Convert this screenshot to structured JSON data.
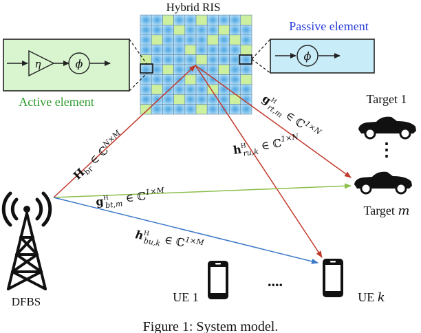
{
  "ris": {
    "title": "Hybrid RIS",
    "rows": 10,
    "cols": 10,
    "colors": {
      "passive": "#8ccaf0",
      "active": "#ccf0a0",
      "grid": "#5a7fa0"
    },
    "active_cells": [
      [
        0,
        2
      ],
      [
        0,
        5
      ],
      [
        0,
        9
      ],
      [
        1,
        3
      ],
      [
        1,
        7
      ],
      [
        2,
        1
      ],
      [
        2,
        6
      ],
      [
        2,
        8
      ],
      [
        3,
        4
      ],
      [
        3,
        9
      ],
      [
        4,
        0
      ],
      [
        4,
        5
      ],
      [
        5,
        2
      ],
      [
        5,
        7
      ],
      [
        6,
        4
      ],
      [
        6,
        9
      ],
      [
        7,
        1
      ],
      [
        7,
        6
      ],
      [
        8,
        3
      ],
      [
        8,
        8
      ],
      [
        9,
        0
      ],
      [
        9,
        5
      ]
    ]
  },
  "active_element": {
    "label": "Active element",
    "amp_symbol": "η",
    "phase_symbol": "ϕ",
    "colors": {
      "fill": "#d8f5d0",
      "stroke": "#222222",
      "label": "#2e9d2e"
    }
  },
  "passive_element": {
    "label": "Passive element",
    "phase_symbol": "ϕ",
    "colors": {
      "fill": "#c8ecf8",
      "stroke": "#222222",
      "label": "#2a3fd8"
    }
  },
  "nodes": {
    "bs": {
      "label": "DFBS"
    },
    "target_1": {
      "label": "Target 1"
    },
    "target_m": {
      "label": "Target ",
      "index": "m"
    },
    "ue_1": {
      "label": "UE 1"
    },
    "ue_k": {
      "label": "UE ",
      "index": "k"
    },
    "ue_dots": "....",
    "target_dots": "⋮"
  },
  "channels": {
    "colors": {
      "red": "#c0392b",
      "green": "#8cbf4c",
      "blue": "#3c78c8"
    },
    "H_br": {
      "base": "H",
      "sub": "br",
      "rel": " ∈ ℂ",
      "sup": "N×M"
    },
    "g_rt": {
      "base": "g",
      "sup1": "H",
      "sub": "rt,m",
      "rel": " ∈ ℂ",
      "sup": "1×N"
    },
    "h_ru": {
      "base": "h",
      "sup1": "H",
      "sub": "ru,k",
      "rel": " ∈ ℂ",
      "sup": "1×N"
    },
    "g_bt": {
      "base": "g",
      "sup1": "H",
      "sub": "bt,m",
      "rel": " ∈ ℂ",
      "sup": "1×M"
    },
    "h_bu": {
      "base": "h",
      "sup1": "H",
      "sub": "bu,k",
      "rel": " ∈ ℂ",
      "sup": "1×M"
    }
  },
  "caption": "Figure 1: System model."
}
